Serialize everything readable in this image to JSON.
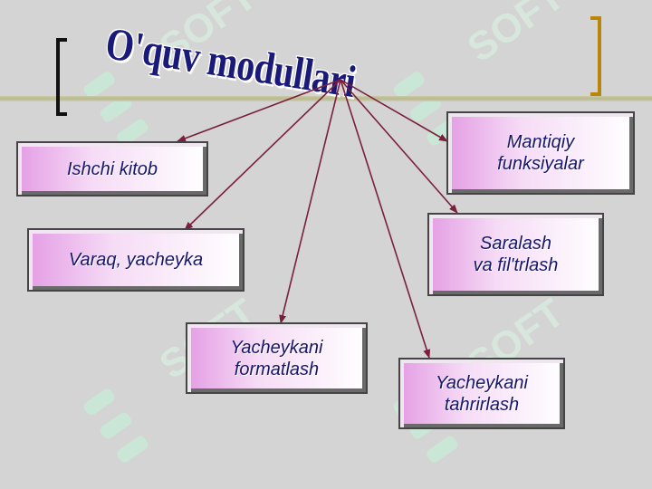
{
  "title": "O'quv modullari",
  "modules": [
    {
      "id": "ishchi-kitob",
      "label": "Ishchi kitob"
    },
    {
      "id": "varaq-yacheyka",
      "label": "Varaq, yacheyka"
    },
    {
      "id": "yacheykani-formatlash",
      "label": "Yacheykani\nformatlash"
    },
    {
      "id": "yacheykani-tahrirlash",
      "label": "Yacheykani\ntahrirlash"
    },
    {
      "id": "saralash",
      "label": "Saralash\nva fil'trlash"
    },
    {
      "id": "mantiqiy",
      "label": "Mantiqiy\nfunksiyalar"
    }
  ],
  "watermark_text": "SOFT",
  "colors": {
    "background": "#d4d4d4",
    "title_text": "#1a1a7a",
    "box_text": "#16166a",
    "box_gradient_start": "#e49ee4",
    "arrow": "#7a1f3d",
    "bracket_right": "#b8860b"
  }
}
